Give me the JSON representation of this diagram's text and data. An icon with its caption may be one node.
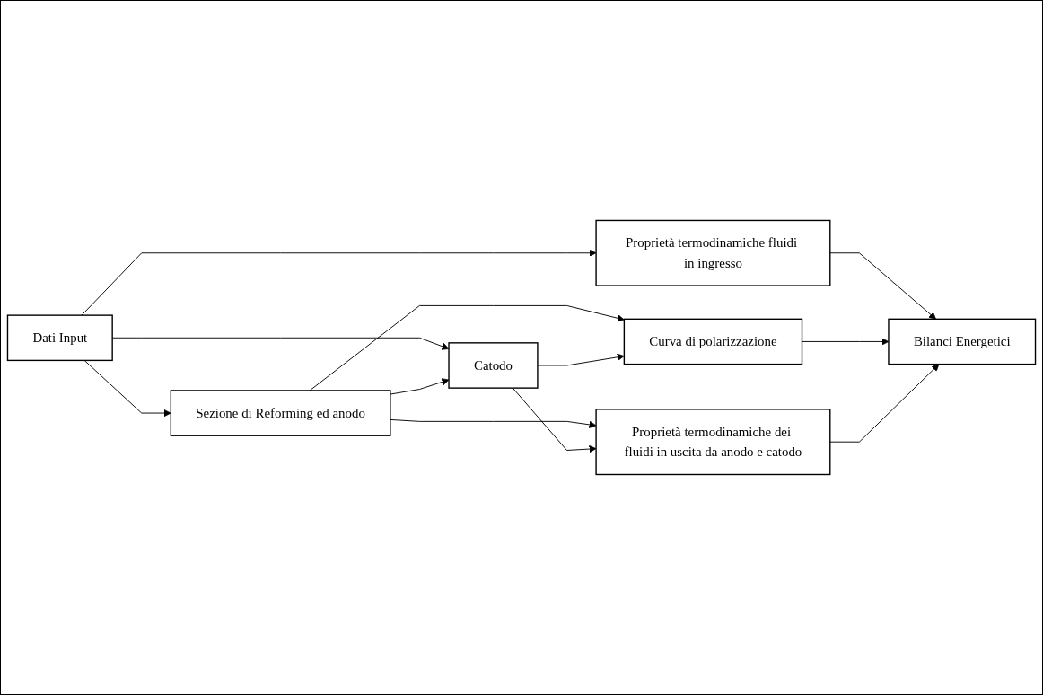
{
  "diagram": {
    "nodes": [
      {
        "text": [
          "Dati Input"
        ]
      },
      {
        "text": [
          "Proprietà termodinamiche fluidi in ingresso"
        ]
      },
      {
        "text": [
          "Bilanci Energetici"
        ]
      },
      {
        "text": [
          "Curva di polarizzazione"
        ]
      },
      {
        "text": [
          "Sezione di Reforming ed anodo"
        ]
      },
      {
        "text": [
          "Proprietà termodinamiche dei fluidi in uscita da anodo e catodo"
        ]
      },
      {
        "text": [
          "Catodo"
        ]
      }
    ],
    "edges": [
      {
        "from": 0,
        "to": 1,
        "arrow": "to"
      },
      {
        "from": 1,
        "to": 2,
        "arrow": "to"
      },
      {
        "from": 0,
        "to": 4,
        "arrow": "to"
      },
      {
        "from": 0,
        "to": 6,
        "arrow": "to"
      },
      {
        "from": 4,
        "to": 6,
        "arrow": "to"
      },
      {
        "from": 4,
        "to": 3,
        "arrow": "to"
      },
      {
        "from": 4,
        "to": 5,
        "arrow": "to"
      },
      {
        "from": 6,
        "to": 3,
        "arrow": "to"
      },
      {
        "from": 6,
        "to": 5,
        "arrow": "to"
      },
      {
        "from": 3,
        "to": 2,
        "arrow": "to"
      },
      {
        "from": 5,
        "to": 2,
        "arrow": "to"
      }
    ]
  }
}
